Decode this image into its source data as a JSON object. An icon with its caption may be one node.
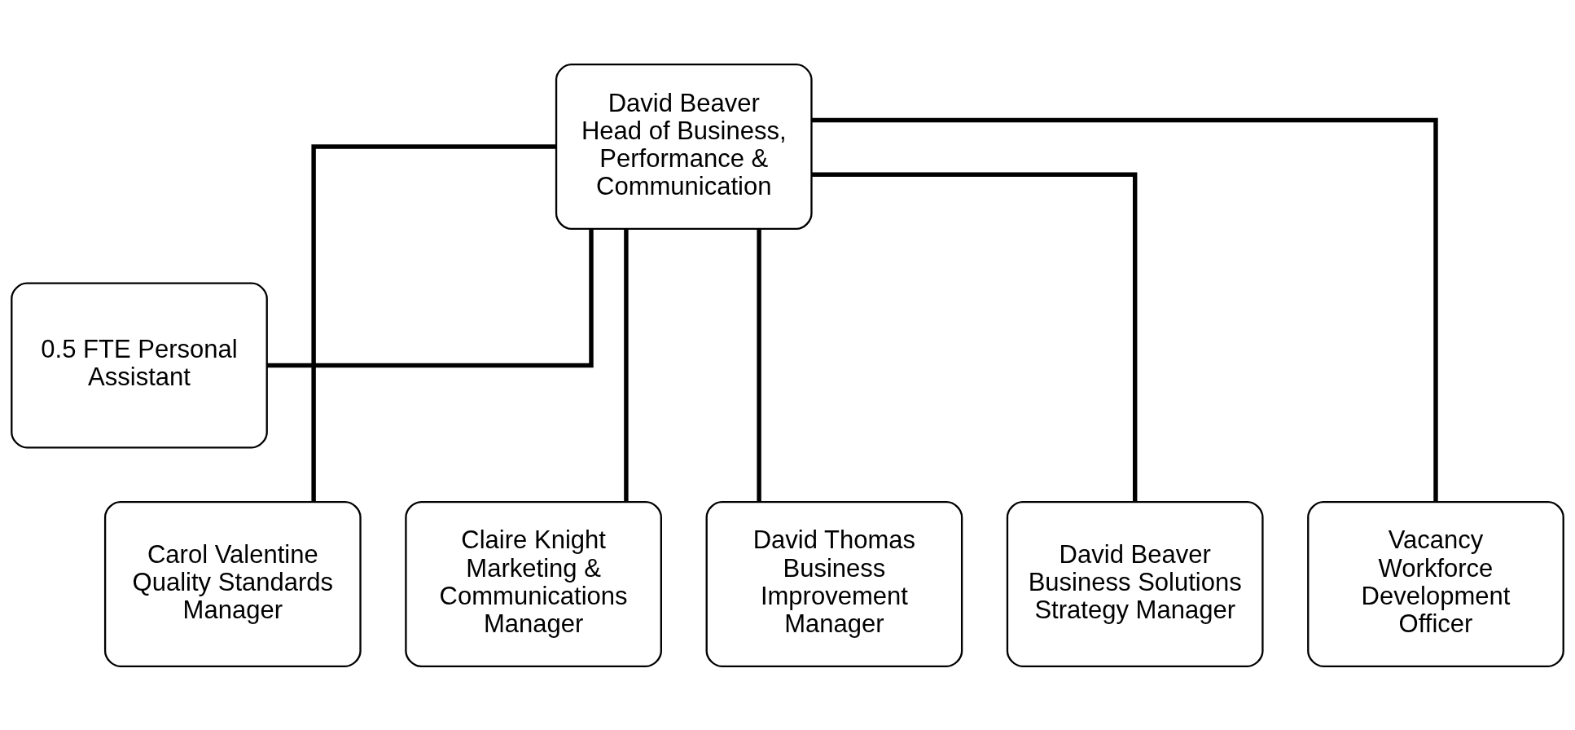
{
  "diagram": {
    "nodes": [
      {
        "text": [
          "David Beaver",
          "Head of Business, Performance & Communication"
        ]
      },
      {
        "text": [
          "0.5 FTE Personal Assistant"
        ]
      },
      {
        "text": [
          "Carol Valentine",
          "Quality Standards Manager"
        ]
      },
      {
        "text": [
          "Claire Knight",
          "Marketing & Communications Manager"
        ]
      },
      {
        "text": [
          "David Thomas",
          "Business Improvement Manager"
        ]
      },
      {
        "text": [
          "David Beaver",
          "Business Solutions Strategy Manager"
        ]
      },
      {
        "text": [
          "Vacancy",
          "Workforce Development Officer"
        ]
      }
    ],
    "edges": [
      {
        "from": 0,
        "to": 1,
        "arrow": "none"
      },
      {
        "from": 0,
        "to": 2,
        "arrow": "none"
      },
      {
        "from": 0,
        "to": 3,
        "arrow": "none"
      },
      {
        "from": 0,
        "to": 4,
        "arrow": "none"
      },
      {
        "from": 0,
        "to": 5,
        "arrow": "none"
      },
      {
        "from": 0,
        "to": 6,
        "arrow": "none"
      }
    ]
  }
}
